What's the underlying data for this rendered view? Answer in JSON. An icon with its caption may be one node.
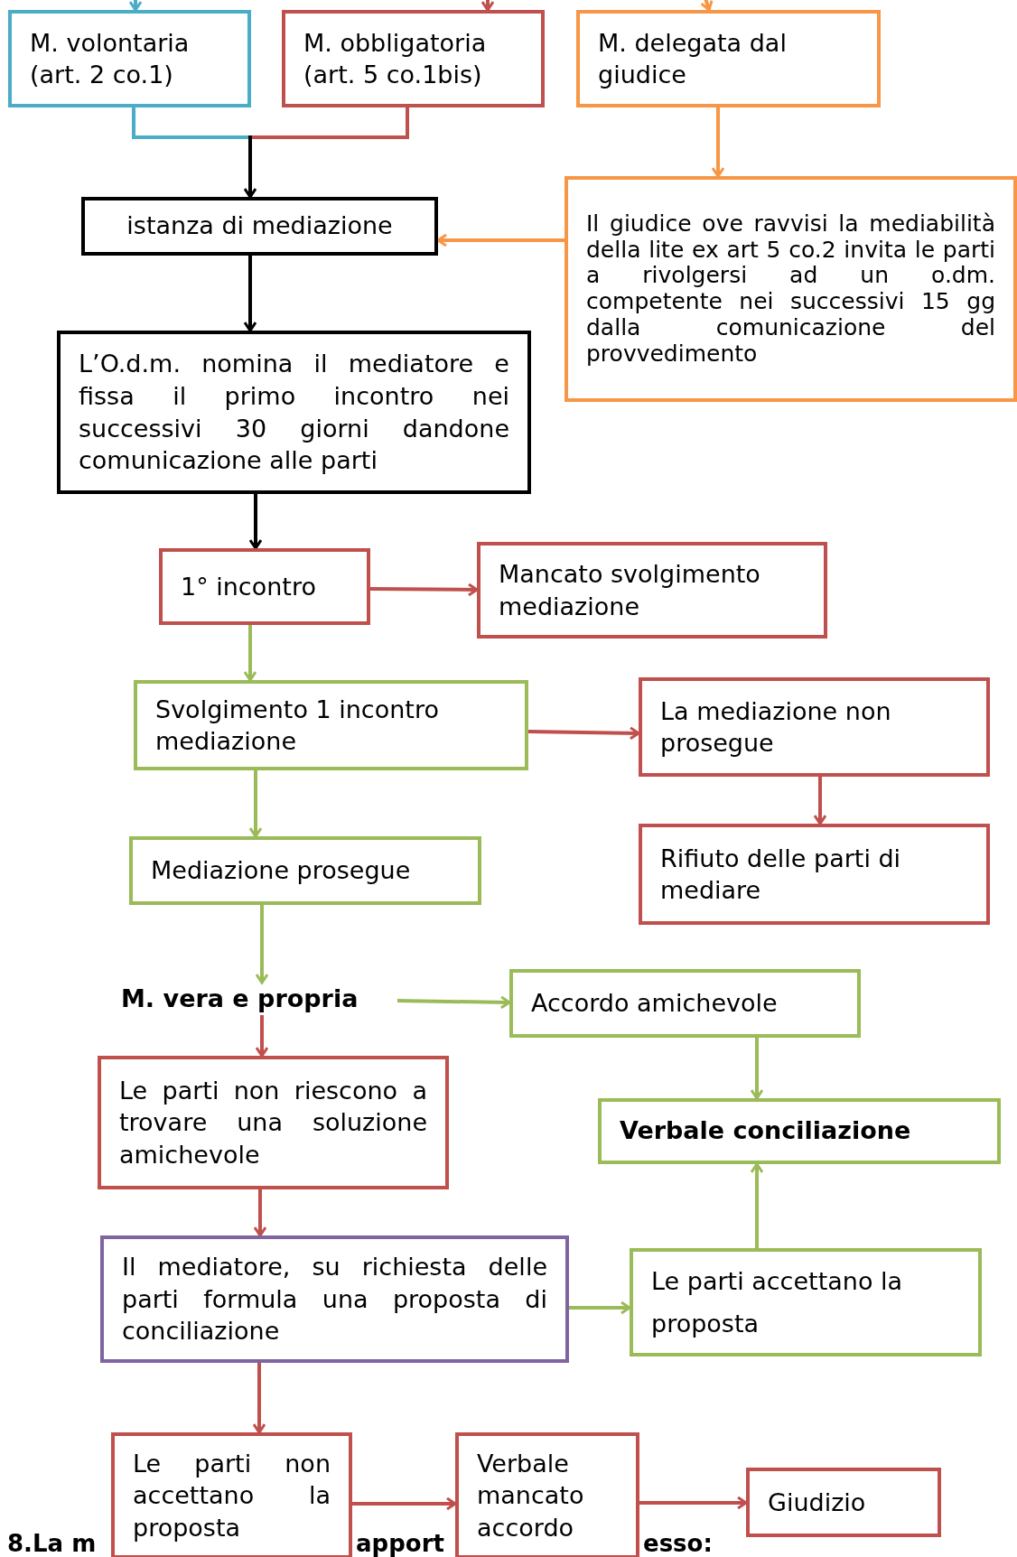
{
  "diagram": {
    "nodes": [
      {
        "text": [
          "M. volontaria (art. 2 co.1)"
        ]
      },
      {
        "text": [
          "M. obbligatoria (art. 5 co.1bis)"
        ]
      },
      {
        "text": [
          "M. delegata dal giudice"
        ]
      },
      {
        "text": [
          "istanza di mediazione"
        ]
      },
      {
        "text": [
          "Il giudice ove ravvisi la mediabilità della lite ex art 5 co.2 invita le parti a rivolgersi ad un o.dm. competente nei successivi 15 gg dalla comunicazione del provvedimento"
        ]
      },
      {
        "text": [
          "L’O.d.m. nomina il mediatore e fissa il primo incontro nei successivi 30 giorni dandone comunicazione alle parti"
        ]
      },
      {
        "text": [
          "1° incontro"
        ]
      },
      {
        "text": [
          "Mancato svolgimento mediazione"
        ]
      },
      {
        "text": [
          "Svolgimento 1 incontro mediazione"
        ]
      },
      {
        "text": [
          "La mediazione non prosegue"
        ]
      },
      {
        "text": [
          "Mediazione prosegue"
        ]
      },
      {
        "text": [
          "Rifiuto delle parti di mediare"
        ]
      },
      {
        "text": [
          "M. vera e propria"
        ]
      },
      {
        "text": [
          "Accordo amichevole"
        ]
      },
      {
        "text": [
          "Le parti non riescono a trovare una soluzione amichevole"
        ]
      },
      {
        "text": [
          "Verbale conciliazione"
        ]
      },
      {
        "text": [
          "Il mediatore, su richiesta delle parti formula una proposta di conciliazione"
        ]
      },
      {
        "text": [
          "Le parti accettano la proposta"
        ]
      },
      {
        "text": [
          "Le parti non accettano la proposta"
        ]
      },
      {
        "text": [
          "Verbale mancato accordo"
        ]
      },
      {
        "text": [
          "Giudizio"
        ]
      }
    ],
    "edges": [
      {
        "from": null,
        "to": 0,
        "arrow": "to",
        "color": "#4bacc6"
      },
      {
        "from": null,
        "to": 1,
        "arrow": "to",
        "color": "#c0504d"
      },
      {
        "from": null,
        "to": 2,
        "arrow": "to",
        "color": "#f79646"
      },
      {
        "from": 0,
        "to": 3,
        "arrow": "to",
        "color": "#4bacc6"
      },
      {
        "from": 1,
        "to": 3,
        "arrow": "to",
        "color": "#c0504d"
      },
      {
        "from": 2,
        "to": 4,
        "arrow": "to",
        "color": "#f79646"
      },
      {
        "from": 4,
        "to": 3,
        "arrow": "to",
        "color": "#f79646"
      },
      {
        "from": 3,
        "to": 5,
        "arrow": "to",
        "color": "#000000"
      },
      {
        "from": 5,
        "to": 6,
        "arrow": "to",
        "color": "#000000"
      },
      {
        "from": 6,
        "to": 7,
        "arrow": "to",
        "color": "#c0504d"
      },
      {
        "from": 6,
        "to": 8,
        "arrow": "to",
        "color": "#9bbb59"
      },
      {
        "from": 8,
        "to": 9,
        "arrow": "to",
        "color": "#c0504d"
      },
      {
        "from": 8,
        "to": 10,
        "arrow": "to",
        "color": "#9bbb59"
      },
      {
        "from": 9,
        "to": 11,
        "arrow": "to",
        "color": "#c0504d"
      },
      {
        "from": 10,
        "to": 12,
        "arrow": "to",
        "color": "#9bbb59"
      },
      {
        "from": 12,
        "to": 13,
        "arrow": "to",
        "color": "#9bbb59"
      },
      {
        "from": 12,
        "to": 14,
        "arrow": "to",
        "color": "#c0504d"
      },
      {
        "from": 13,
        "to": 15,
        "arrow": "to",
        "color": "#9bbb59"
      },
      {
        "from": 14,
        "to": 16,
        "arrow": "to",
        "color": "#c0504d"
      },
      {
        "from": 16,
        "to": 17,
        "arrow": "to",
        "color": "#9bbb59"
      },
      {
        "from": 17,
        "to": 15,
        "arrow": "to",
        "color": "#9bbb59"
      },
      {
        "from": 16,
        "to": 18,
        "arrow": "to",
        "color": "#c0504d"
      },
      {
        "from": 18,
        "to": 19,
        "arrow": "to",
        "color": "#c0504d"
      },
      {
        "from": 19,
        "to": 20,
        "arrow": "to",
        "color": "#c0504d"
      }
    ],
    "labels": [
      "8.La m",
      "apport",
      "esso:"
    ]
  }
}
